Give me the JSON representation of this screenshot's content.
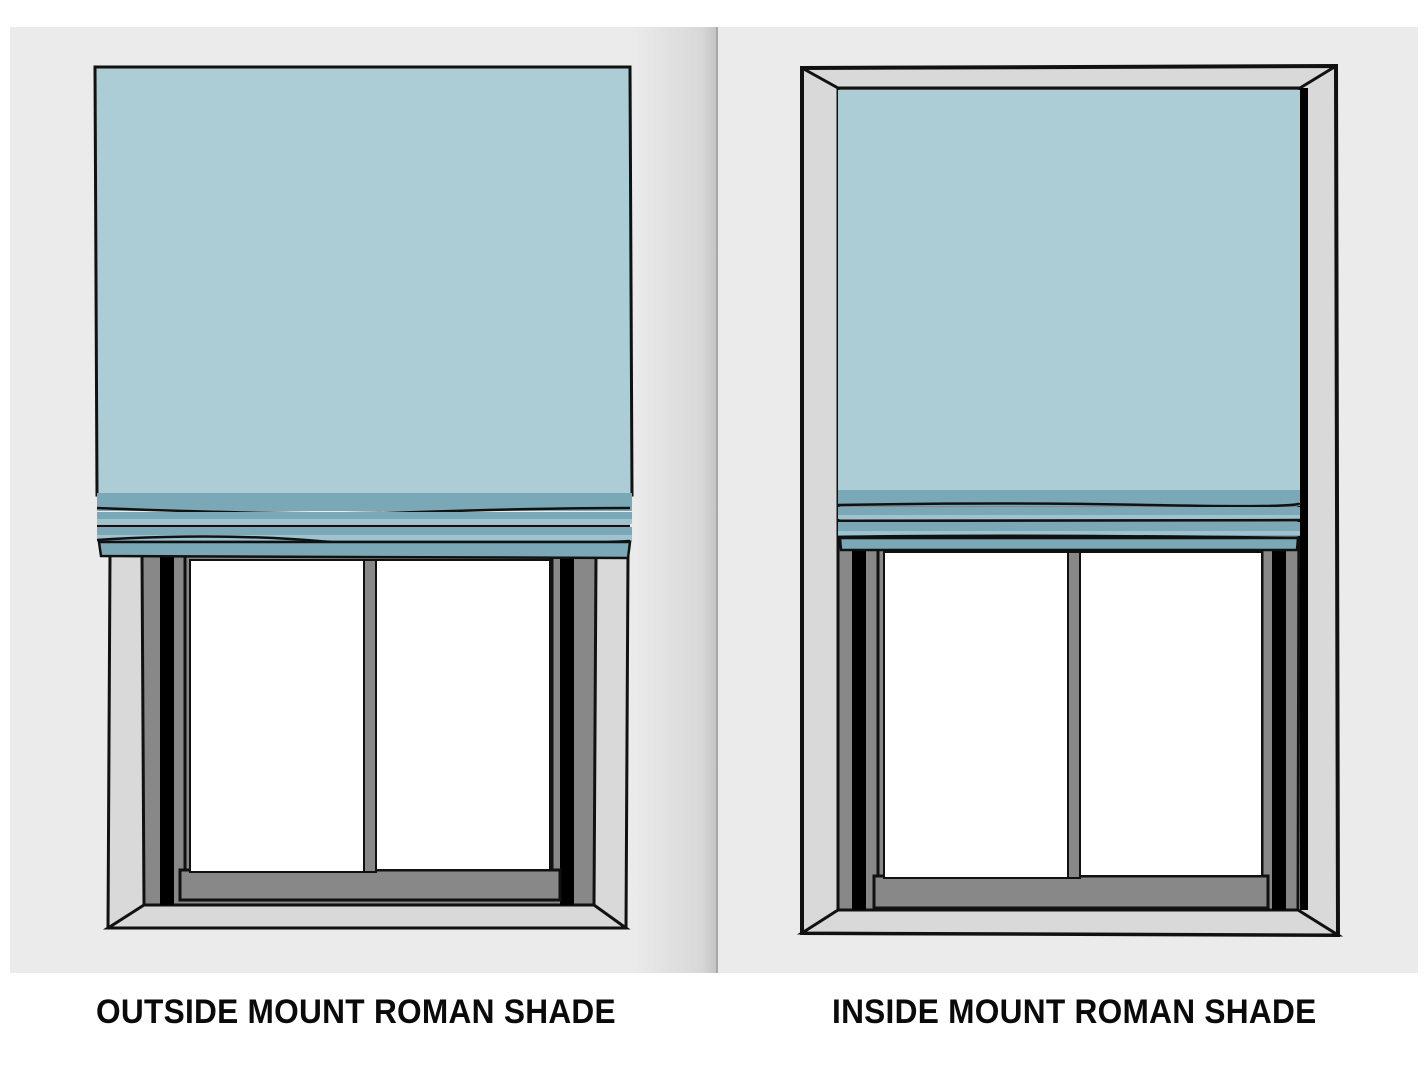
{
  "figures": [
    {
      "id": "outside-mount",
      "caption": "OUTSIDE MOUNT ROMAN SHADE"
    },
    {
      "id": "inside-mount",
      "caption": "INSIDE MOUNT ROMAN SHADE"
    }
  ],
  "colors": {
    "wall": "#ebebeb",
    "shade": "#adcdd6",
    "shade_fold_dark": "#7ba8b7",
    "shade_fold_light": "#9dc3ce",
    "frame_light": "#d9d9d9",
    "frame_dark": "#888888",
    "outline": "#111111",
    "glass": "#ffffff",
    "divider": "#a8a8a8"
  }
}
